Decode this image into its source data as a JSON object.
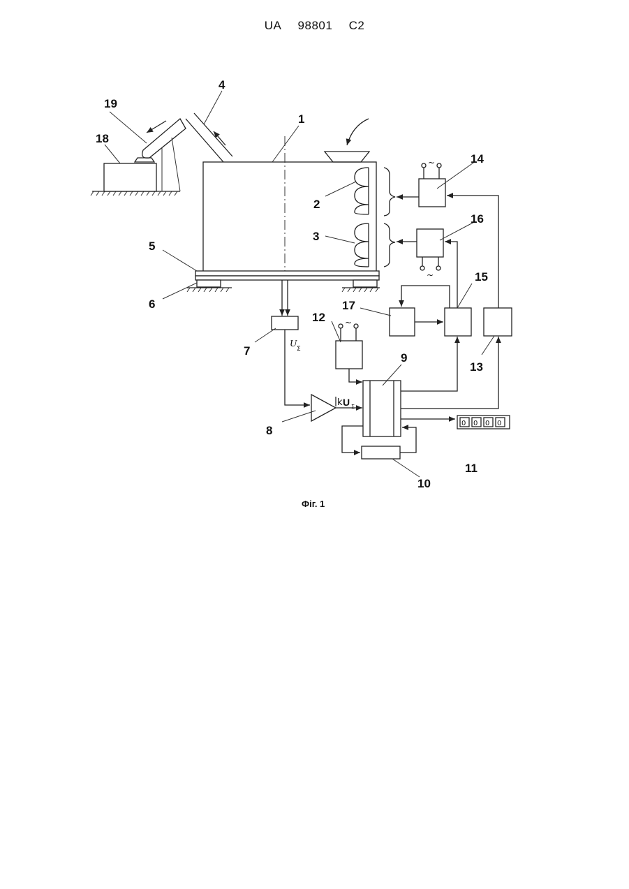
{
  "header": {
    "country": "UA",
    "number": "98801",
    "kind": "C2"
  },
  "figure": {
    "caption": "Фіг. 1",
    "labels": [
      "1",
      "2",
      "3",
      "4",
      "5",
      "6",
      "7",
      "8",
      "9",
      "10",
      "11",
      "12",
      "13",
      "14",
      "15",
      "16",
      "17",
      "18",
      "19"
    ],
    "signal_u": "U",
    "signal_u_sub": "Σ",
    "signal_k": "k",
    "signal_ku": "U",
    "signal_ku_sub": "Σ",
    "ac_symbol": "~",
    "display_digits": [
      "0",
      "0",
      "0",
      "0"
    ]
  }
}
